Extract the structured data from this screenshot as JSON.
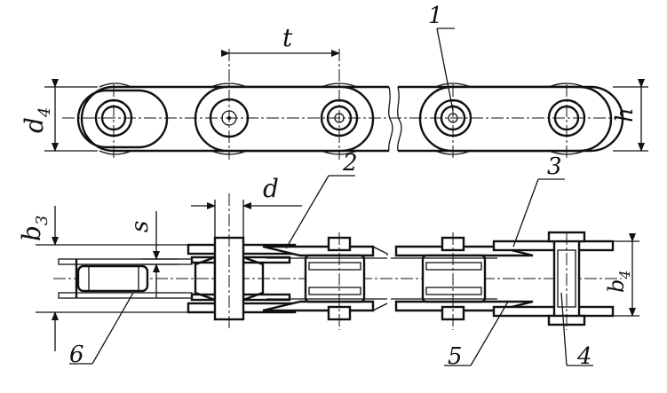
{
  "diagram": {
    "dimensions": {
      "pitch": "t",
      "d4": "d",
      "d4_sub": "4",
      "h": "h",
      "d": "d",
      "b3": "b",
      "b3_sub": "3",
      "s": "s",
      "b4": "b",
      "b4_sub": "4"
    },
    "callouts": [
      "1",
      "2",
      "3",
      "4",
      "5",
      "6"
    ]
  }
}
